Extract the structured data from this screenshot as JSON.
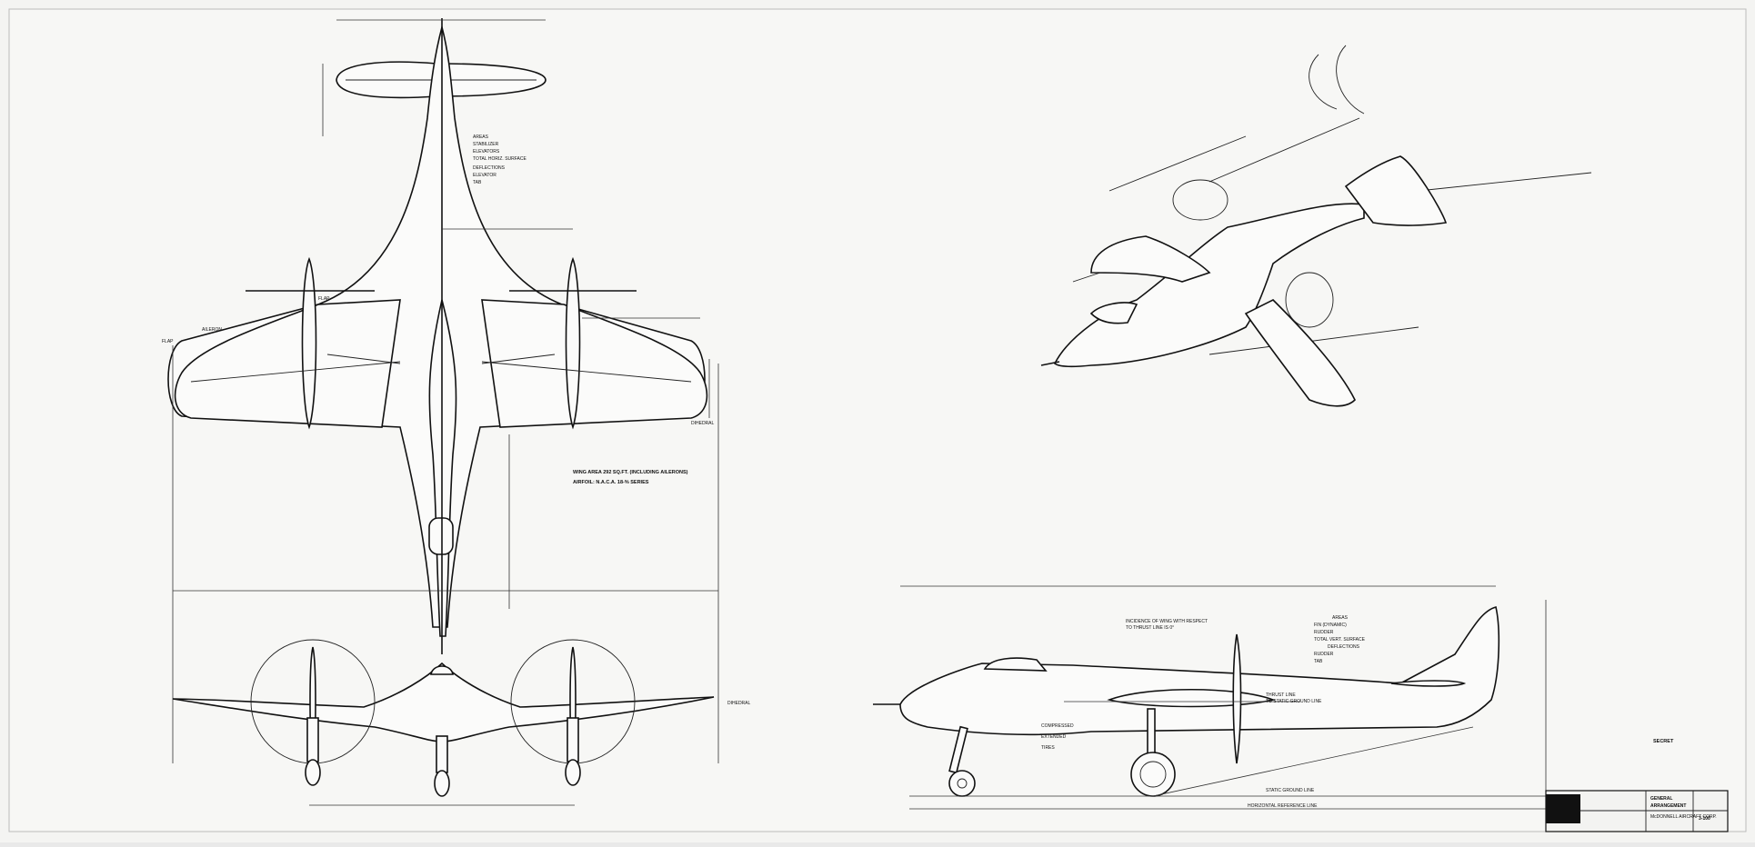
{
  "secret": "SECRET",
  "plan": {
    "wing_area": "WING AREA 292 SQ.FT. (INCLUDING AILERONS)",
    "airfoil": "AIRFOIL: N.A.C.A. 18-% SERIES",
    "flap_label": "FLAP",
    "aileron_label": "AILERON",
    "flap_inboard": "FLAP",
    "tail_areas_heading": "AREAS",
    "stabilizer": "STABILIZER",
    "elevators": "ELEVATORS",
    "total_horiz": "TOTAL HORIZ. SURFACE",
    "deflections": "DEFLECTIONS",
    "elevator_defl": "ELEVATOR",
    "tab_defl": "TAB",
    "dihedral_label": "DIHEDRAL",
    "tip_label": ""
  },
  "front": {
    "dihedral": "DIHEDRAL"
  },
  "side": {
    "incidence_1": "INCIDENCE OF WING WITH RESPECT",
    "incidence_2": "TO THRUST LINE IS 0°",
    "thrust_1": "THRUST LINE",
    "thrust_2": "TO STATIC GROUND LINE",
    "areas_heading": "AREAS",
    "fin": "FIN (DYNAMIC)",
    "rudder": "RUDDER",
    "total_vert": "TOTAL VERT. SURFACE",
    "deflections": "DEFLECTIONS",
    "rudder_defl": "RUDDER",
    "tab_defl": "TAB",
    "tires": "TIRES",
    "compressed": "COMPRESSED",
    "extended": "EXTENDED",
    "static_ground": "STATIC GROUND LINE",
    "horiz_ref": "HORIZONTAL REFERENCE LINE"
  },
  "title_block": {
    "title_1": "GENERAL",
    "title_2": "ARRANGEMENT",
    "company": "McDONNELL AIRCRAFT CORP.",
    "drawing_number": "3-100"
  }
}
